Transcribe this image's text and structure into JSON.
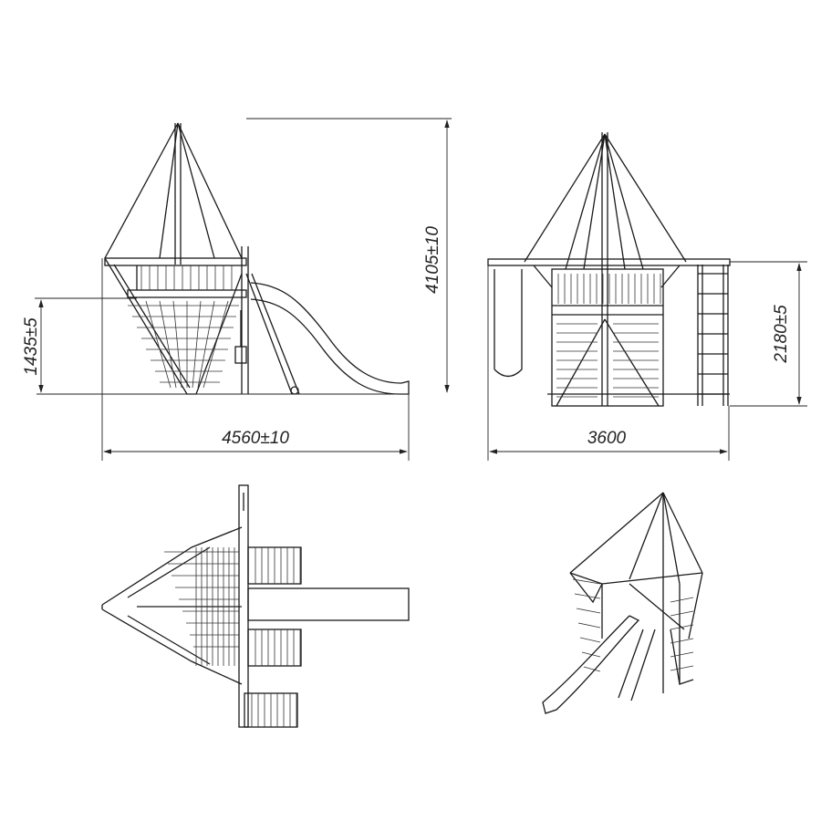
{
  "dimensions": {
    "side_height_total": "4105±10",
    "side_platform_height": "1435±5",
    "side_length": "4560±10",
    "front_width": "3600",
    "front_height": "2180±5"
  },
  "views": [
    "side-view",
    "front-view",
    "top-view",
    "isometric-view"
  ],
  "line_color": "#1a1a1a"
}
